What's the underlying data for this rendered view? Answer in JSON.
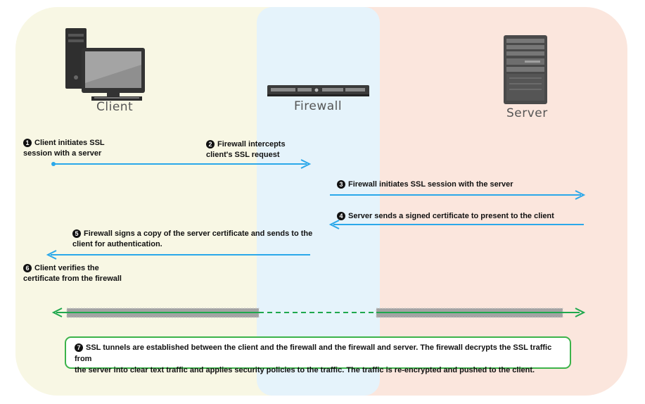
{
  "devices": {
    "client": "Client",
    "firewall": "Firewall",
    "server": "Server"
  },
  "steps": [
    {
      "num": "1",
      "lines": [
        "Client initiates SSL",
        "session with a server"
      ]
    },
    {
      "num": "2",
      "lines": [
        "Firewall intercepts",
        "client's SSL request"
      ]
    },
    {
      "num": "3",
      "lines": [
        "Firewall initiates SSL session with the server"
      ]
    },
    {
      "num": "4",
      "lines": [
        "Server sends a signed certificate to present to the client"
      ]
    },
    {
      "num": "5",
      "lines": [
        "Firewall  signs a copy of the server certificate and sends to the",
        "client for authentication."
      ]
    },
    {
      "num": "6",
      "lines": [
        "Client verifies the",
        "certificate from the firewall"
      ]
    }
  ],
  "summary": {
    "num": "7",
    "lines": [
      "SSL tunnels are established between the client and the firewall and the firewall and server. The firewall decrypts the SSL traffic from",
      "the server into clear text traffic and applies security policies to the traffic. The traffic is re-encrypted and pushed to the client."
    ]
  },
  "colors": {
    "client_zone": "#f8f7e4",
    "firewall_zone": "#e5f3fb",
    "server_zone": "#fbe6dd",
    "arrow": "#2aa8ea",
    "tunnel": "#1fa84d",
    "tunnel_pipe": "#9a9a9a"
  },
  "icons": [
    "desktop-computer-icon",
    "firewall-appliance-icon",
    "server-tower-icon"
  ]
}
